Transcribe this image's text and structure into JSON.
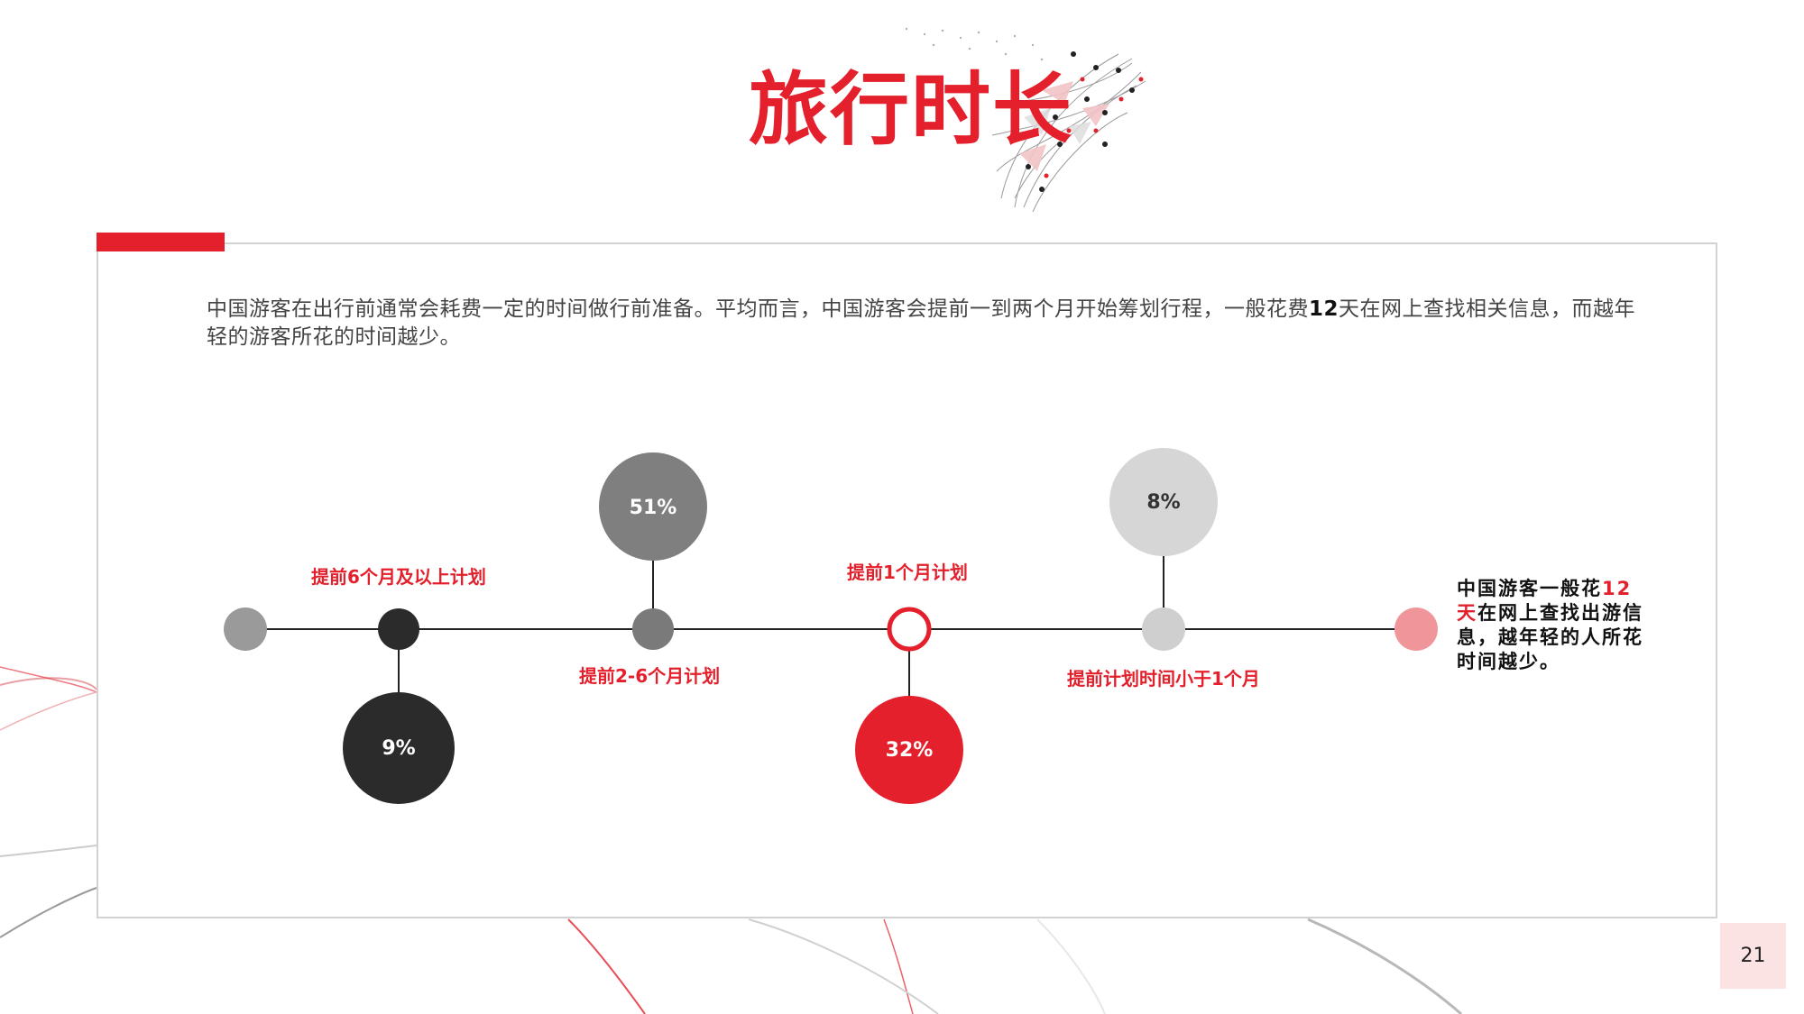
{
  "slide": {
    "title": "旅行时长",
    "page_number": "21"
  },
  "intro": {
    "text_before": "中国游客在出行前通常会耗费一定的时间做行前准备。平均而言，中国游客会提前一到两个月开始筹划行程，一般花费",
    "highlight_number": "12",
    "text_after": "天在网上查找相关信息，而越年轻的游客所花的时间越少。"
  },
  "timeline": {
    "stages": [
      {
        "label": "提前6个月及以上计划",
        "percent": "9%",
        "node_color": "#2b2b2b",
        "bubble_color": "#2b2b2b"
      },
      {
        "label": "提前2-6个月计划",
        "percent": "51%",
        "node_color": "#7a7a7a",
        "bubble_color": "#7f7f7f"
      },
      {
        "label": "提前1个月计划",
        "percent": "32%",
        "node_color": "#ffffff",
        "bubble_color": "#e3202b"
      },
      {
        "label": "提前计划时间小于1个月",
        "percent": "8%",
        "node_color": "#cfcfcf",
        "bubble_color": "#d6d6d6"
      }
    ],
    "start_node_color": "#9a9a9a",
    "end_node_color": "#f0969b"
  },
  "summary": {
    "line_prefix": "中国游客一般花",
    "highlight": "12天",
    "line_suffix": "在网上查找出游信息，越年轻的人所花时间越少。"
  },
  "colors": {
    "accent": "#e3202b",
    "text": "#444444"
  }
}
